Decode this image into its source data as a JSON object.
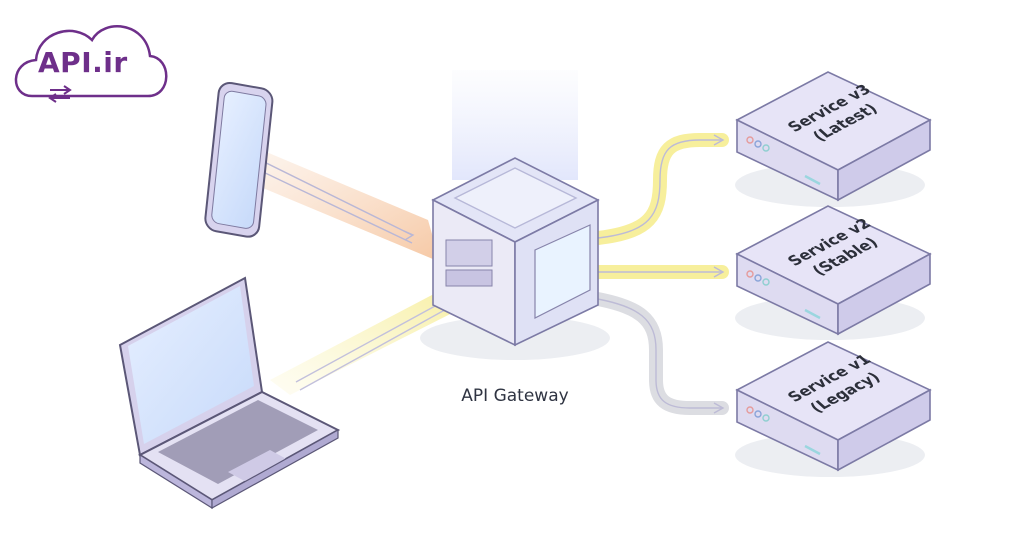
{
  "logo": {
    "text": "API.ir",
    "color": "#6e2f8a"
  },
  "gateway": {
    "label": "API Gateway"
  },
  "services": [
    {
      "name": "Service v3",
      "tag": "(Latest)",
      "route": "yellow"
    },
    {
      "name": "Service v2",
      "tag": "(Stable)",
      "route": "yellow"
    },
    {
      "name": "Service v1",
      "tag": "(Legacy)",
      "route": "gray"
    }
  ],
  "clients": [
    {
      "icon": "smartphone-icon",
      "flow_color": "#f6c9a6"
    },
    {
      "icon": "laptop-icon",
      "flow_color": "#f7ee9a"
    }
  ],
  "colors": {
    "accent_yellow": "#f7ef9c",
    "accent_orange": "#f6c6a0",
    "route_gray": "#d9dade",
    "device_purple": "#c9c3e6",
    "screen_blue": "#cfe0fb"
  }
}
